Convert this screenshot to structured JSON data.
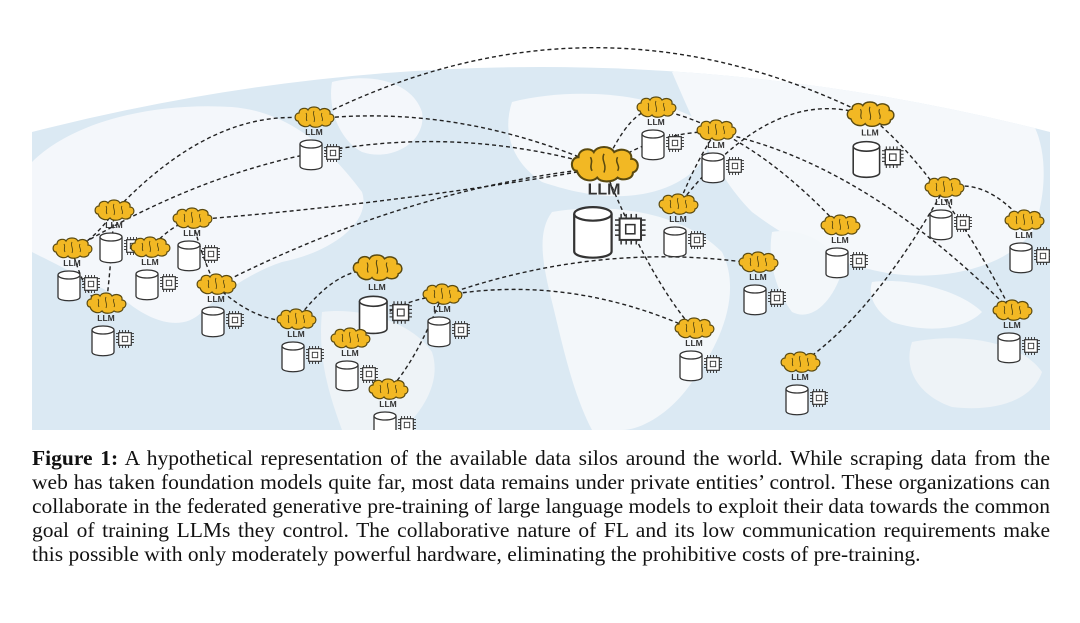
{
  "figure": {
    "node_label": "LLM",
    "central_label": "LLM",
    "colors": {
      "ocean": "#dbe9f3",
      "land": "#f6f8fa",
      "brain_fill": "#f2b824",
      "brain_stroke": "#5a4a10",
      "line": "#222222",
      "icon_stroke": "#333333"
    }
  },
  "caption": {
    "label": "Figure 1:",
    "text": " A hypothetical representation of the available data silos around the world. While scraping data from the web has taken foundation models quite far, most data remains under private entities’ control. These organizations can collaborate in the federated generative pre-training of large language models to exploit their data towards the common goal of training LLMs they control. The collaborative nature of FL and its low communication requirements make this possible with only moderately powerful hardware, eliminating the prohibitive costs of pre-training."
  }
}
